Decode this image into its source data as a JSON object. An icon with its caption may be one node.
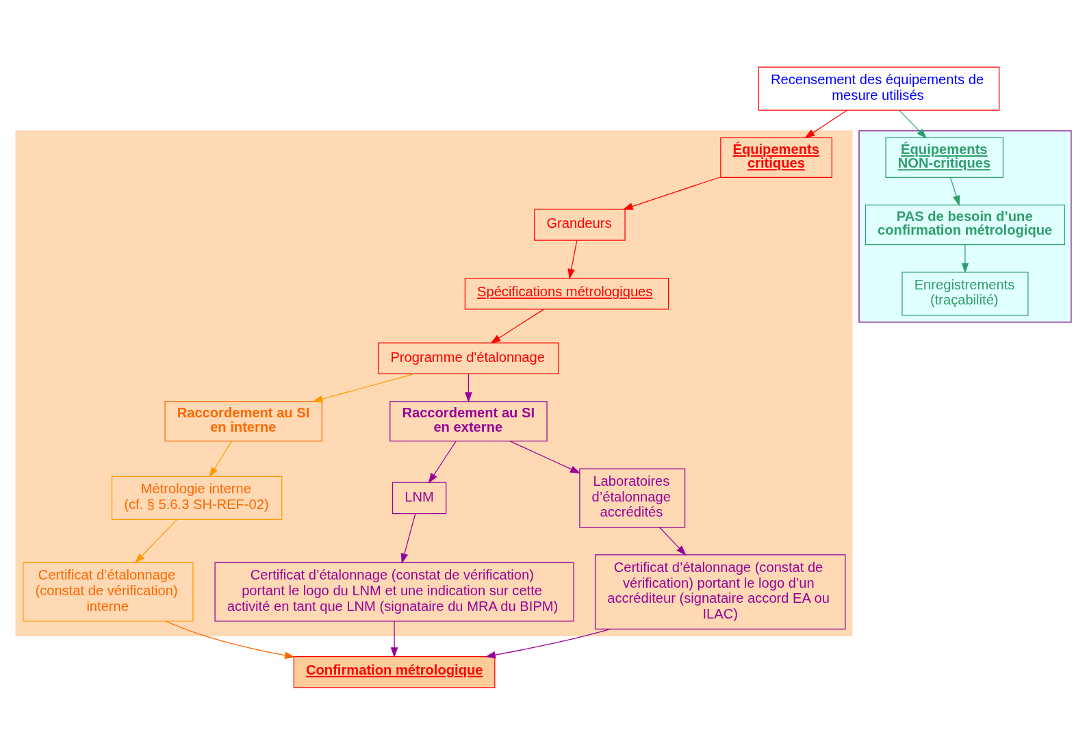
{
  "diagram": {
    "nodes": [
      {
        "text": [
          "Recensement des équipements de mesure utilisés"
        ]
      },
      {
        "text": [],
        "shape": "box"
      },
      {
        "text": [
          "Équipements critiques"
        ],
        "in": 1
      },
      {
        "text": [
          "Grandeurs"
        ],
        "in": 1
      },
      {
        "text": [
          "Spécifications métrologiques"
        ],
        "in": 1
      },
      {
        "text": [
          "Programme d'étalonnage"
        ],
        "in": 1
      },
      {
        "text": [
          "Raccordement au SI en interne"
        ],
        "in": 1
      },
      {
        "text": [
          "Raccordement au SI en externe"
        ],
        "in": 1
      },
      {
        "text": [
          "Métrologie interne",
          "(cf. § 5.6.3 SH-REF-02)"
        ],
        "in": 1
      },
      {
        "text": [
          "Certificat d’étalonnage (constat de vérification) interne"
        ],
        "in": 1
      },
      {
        "text": [
          "LNM"
        ],
        "in": 1
      },
      {
        "text": [
          "Certificat d’étalonnage (constat de vérification) portant le logo du LNM et une indication sur cette activité en tant que LNM (signataire du MRA du BIPM)"
        ],
        "in": 1
      },
      {
        "text": [
          "Laboratoires d’étalonnage accrédités"
        ],
        "in": 1
      },
      {
        "text": [
          "Certificat d’étalonnage (constat de vérification) portant le logo d’un accréditeur (signataire accord EA ou ILAC)"
        ],
        "in": 1
      },
      {
        "text": [],
        "shape": "box"
      },
      {
        "text": [
          "Équipements NON-critiques"
        ],
        "in": 14
      },
      {
        "text": [
          "PAS de besoin d’une confirmation métrologique"
        ],
        "in": 14
      },
      {
        "text": [
          "Enregistrements (traçabilité)"
        ],
        "in": 14
      },
      {
        "text": [
          "Confirmation métrologique"
        ]
      }
    ],
    "edges": [
      {
        "from": 0,
        "to": 2,
        "arrow": "to",
        "color": "#ff0000"
      },
      {
        "from": 0,
        "to": 15,
        "arrow": "to",
        "color": "#2e9e6b"
      },
      {
        "from": 2,
        "to": 3,
        "arrow": "to",
        "color": "#ff0000"
      },
      {
        "from": 3,
        "to": 4,
        "arrow": "to",
        "color": "#ff0000"
      },
      {
        "from": 4,
        "to": 5,
        "arrow": "to",
        "color": "#ff0000"
      },
      {
        "from": 5,
        "to": 6,
        "arrow": "to",
        "color": "#ff9900"
      },
      {
        "from": 5,
        "to": 7,
        "arrow": "to"
      },
      {
        "from": 6,
        "to": 8,
        "arrow": "to",
        "color": "#ff9900"
      },
      {
        "from": 8,
        "to": 9,
        "arrow": "to",
        "color": "#ff9900"
      },
      {
        "from": 7,
        "to": 10,
        "arrow": "to"
      },
      {
        "from": 7,
        "to": 12,
        "arrow": "to"
      },
      {
        "from": 10,
        "to": 11,
        "arrow": "to"
      },
      {
        "from": 12,
        "to": 13,
        "arrow": "to"
      },
      {
        "from": 13,
        "to": 18,
        "arrow": "to"
      },
      {
        "from": 11,
        "to": 18,
        "arrow": "to"
      },
      {
        "from": 9,
        "to": 18,
        "arrow": "to",
        "color": "#ff6600"
      },
      {
        "from": 15,
        "to": 16,
        "arrow": "to",
        "color": "#2e9e6b"
      },
      {
        "from": 16,
        "to": 17,
        "arrow": "to",
        "color": "#2e9e6b"
      }
    ]
  }
}
